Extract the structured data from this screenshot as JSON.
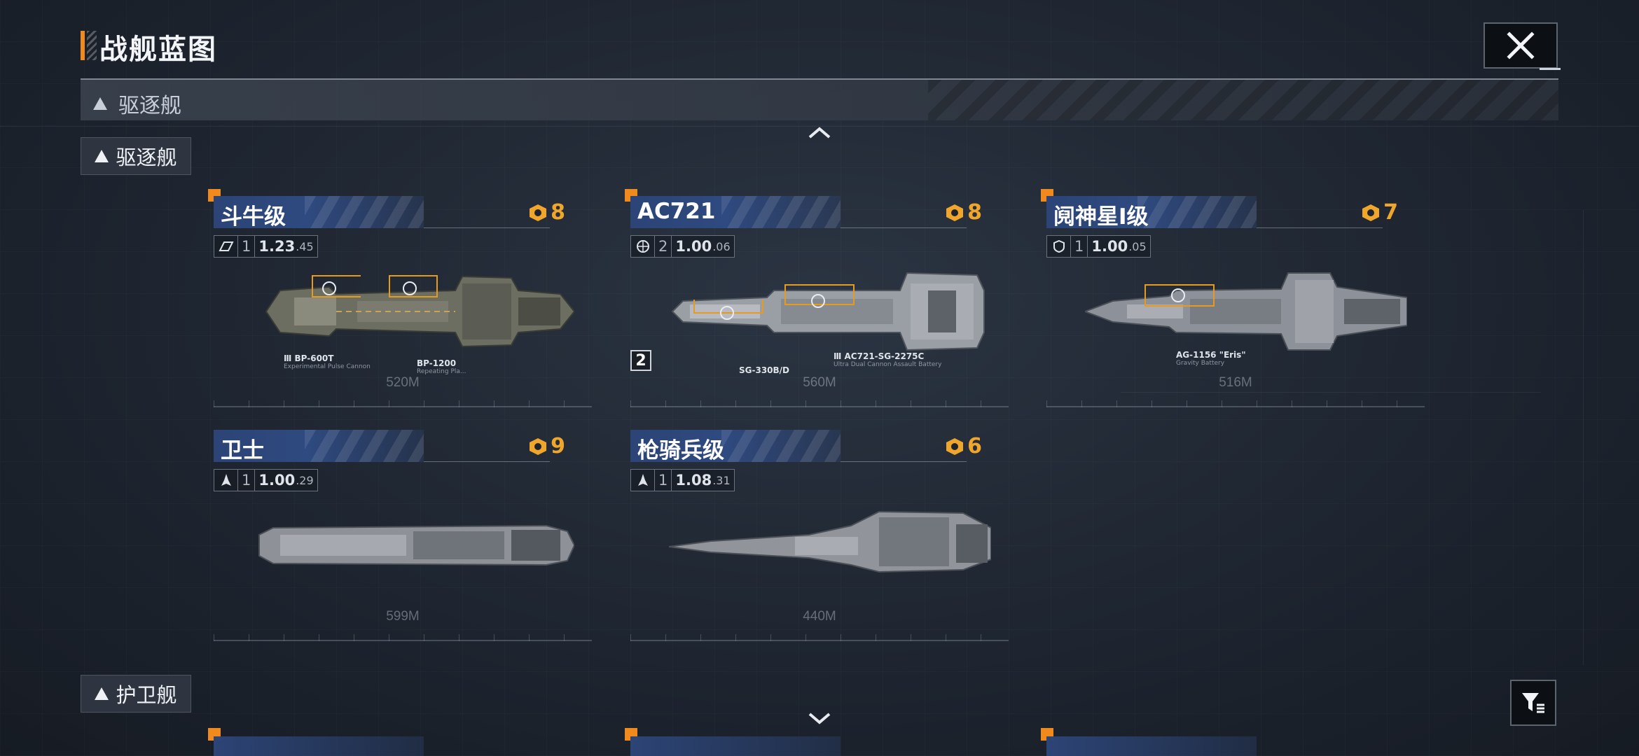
{
  "header": {
    "title": "战舰蓝图",
    "close_icon": "close-icon"
  },
  "category_bar": {
    "label": "驱逐舰"
  },
  "sections": [
    {
      "label": "驱逐舰"
    },
    {
      "label": "护卫舰"
    }
  ],
  "ships": [
    {
      "name": "斗牛级",
      "rating": "8",
      "tier": "1",
      "stat_main": "1.23",
      "stat_sub": ".45",
      "length": "520M",
      "class_icon": "faction-icon",
      "weapons": [
        {
          "code": "Ⅲ BP-600T",
          "desc": "Experimental Pulse Cannon"
        },
        {
          "code": "BP-1200",
          "desc": "Repeating Pla..."
        }
      ]
    },
    {
      "name": "AC721",
      "rating": "8",
      "tier": "2",
      "stat_main": "1.00",
      "stat_sub": ".06",
      "length": "560M",
      "class_icon": "globe-icon",
      "variant": "2",
      "weapons": [
        {
          "code": "SG-330B/D",
          "desc": ""
        },
        {
          "code": "Ⅲ AC721-SG-2275C",
          "desc": "Ultra Dual Cannon Assault Battery"
        }
      ]
    },
    {
      "name": "阋神星I级",
      "rating": "7",
      "tier": "1",
      "stat_main": "1.00",
      "stat_sub": ".05",
      "length": "516M",
      "class_icon": "shield-icon",
      "weapons": [
        {
          "code": "AG-1156 \"Eris\"",
          "desc": "Gravity Battery"
        }
      ]
    },
    {
      "name": "卫士",
      "rating": "9",
      "tier": "1",
      "stat_main": "1.00",
      "stat_sub": ".29",
      "length": "599M",
      "class_icon": "ship-icon",
      "weapons": []
    },
    {
      "name": "枪骑兵级",
      "rating": "6",
      "tier": "1",
      "stat_main": "1.08",
      "stat_sub": ".31",
      "length": "440M",
      "class_icon": "ship-icon",
      "weapons": []
    }
  ],
  "colors": {
    "accent": "#f08a1c",
    "rating": "#f0a62a",
    "name_bar": "#2f4a80"
  },
  "icons": {
    "scroll_up": "chevron-up-icon",
    "scroll_down": "chevron-down-icon",
    "filter": "filter-icon"
  }
}
